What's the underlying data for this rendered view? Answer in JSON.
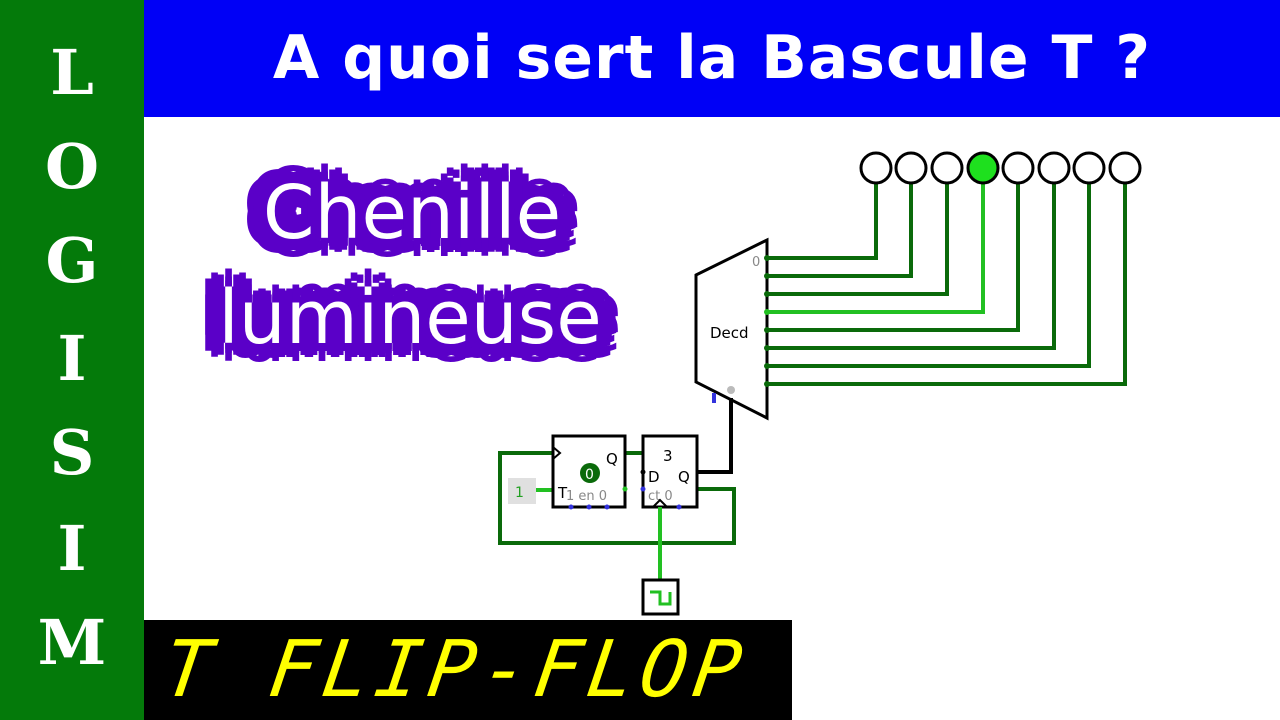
{
  "sidebar": {
    "letters": [
      "L",
      "O",
      "G",
      "I",
      "S",
      "I",
      "M"
    ],
    "color": "#047a0a"
  },
  "header": {
    "title": "A quoi sert la Bascule T ?",
    "color": "#0000f6"
  },
  "subtitle": {
    "line1": "Chenille",
    "line2": "lumineuse",
    "bubble_color": "#5a00c8"
  },
  "footer": {
    "text": "T FLIP-FLOP",
    "text_color": "#ffff00"
  },
  "circuit": {
    "decoder": {
      "label": "Decd",
      "first_output_label": "0",
      "outputs": 8,
      "active_output": 3
    },
    "leds": {
      "count": 8,
      "lit_index": 3,
      "lit_color": "#1ee01e"
    },
    "t_flipflop": {
      "state": "0",
      "q_label": "Q",
      "t_label": "T",
      "bottom_labels": "1 en 0"
    },
    "register": {
      "value": "3",
      "d_label": "D",
      "q_label": "Q",
      "bottom_labels": "ct 0"
    },
    "constant": {
      "value": "1"
    },
    "clock": {
      "label": "clock"
    },
    "colors": {
      "wire_low": "#0a6a0a",
      "wire_high": "#22c022",
      "pin_blue": "#3333dd"
    }
  }
}
